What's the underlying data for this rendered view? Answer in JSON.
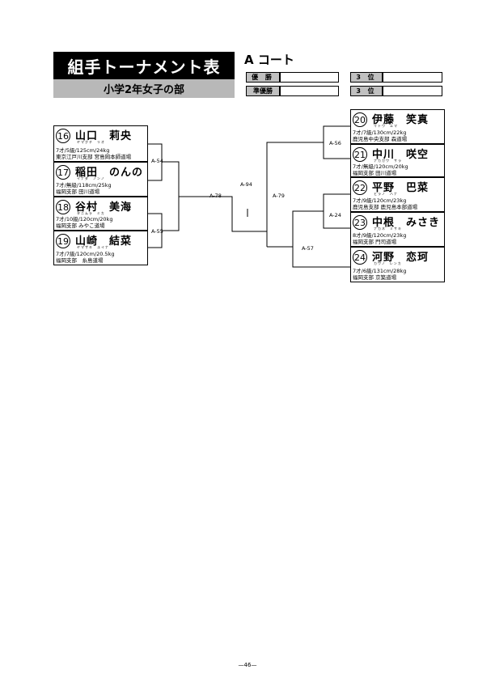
{
  "header": {
    "title": "組手トーナメント表",
    "subtitle": "小学2年女子の部",
    "court": "A コート"
  },
  "results": {
    "first_label": "優 勝",
    "second_label": "準優勝",
    "third_label_1": "3 位",
    "third_label_2": "3 位"
  },
  "left": [
    {
      "num": "16",
      "name": "山口　莉央",
      "kana": "ヤマグチ　リオ",
      "info": "7才/5級/125cm/24kg",
      "club": "東京江戸川支部 宮島岡本師道場"
    },
    {
      "num": "17",
      "name": "稲田　のんの",
      "kana": "イナダ　ノンノ",
      "info": "7才/無級/118cm/25kg",
      "club": "福岡支部 田川道場"
    },
    {
      "num": "18",
      "name": "谷村　美海",
      "kana": "タニムラ　ミカ",
      "info": "7才/10級/120cm/20kg",
      "club": "福岡支部 みやこ道場"
    },
    {
      "num": "19",
      "name": "山崎　結菜",
      "kana": "ヤマザキ　ユイナ",
      "info": "7才/7級/120cm/20.5kg",
      "club": "福岡支部　糸島道場"
    }
  ],
  "right": [
    {
      "num": "20",
      "name": "伊藤　笑真",
      "kana": "イトウ　エマ",
      "info": "7才/7級/130cm/22kg",
      "club": "鹿児島中央支部 森道場"
    },
    {
      "num": "21",
      "name": "中川　咲空",
      "kana": "ナカガワ　サラ",
      "info": "7才/無級/120cm/20kg",
      "club": "福岡支部 田川道場"
    },
    {
      "num": "22",
      "name": "平野　巴菜",
      "kana": "ヒラノ　ハナ",
      "info": "7才/9級/120cm/23kg",
      "club": "鹿児島支部 鹿児島本部道場"
    },
    {
      "num": "23",
      "name": "中根　みさき",
      "kana": "ナカネ　ミサキ",
      "info": "8才/9級/120cm/23kg",
      "club": "福岡支部 門司道場"
    },
    {
      "num": "24",
      "name": "河野　恋珂",
      "kana": "カワノ　レンカ",
      "info": "7才/6級/131cm/28kg",
      "club": "福岡支部 京築道場"
    }
  ],
  "matches": {
    "a54": "A-54",
    "a55": "A-55",
    "a78": "A-78",
    "a94": "A-94",
    "a79": "A-79",
    "a56": "A-56",
    "a24": "A-24",
    "a57": "A-57"
  },
  "page_number": "—46—"
}
